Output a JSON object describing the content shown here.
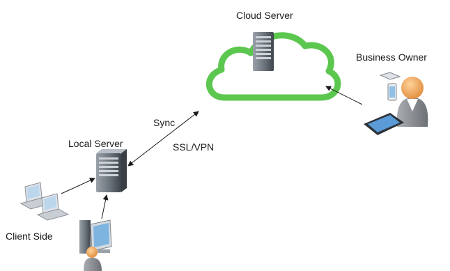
{
  "nodes": {
    "cloud_server": {
      "label": "Cloud Server"
    },
    "business_owner": {
      "label": "Business Owner"
    },
    "local_server": {
      "label": "Local Server"
    },
    "client_side": {
      "label": "Client Side"
    }
  },
  "edges": {
    "sync_link": {
      "label_top": "Sync",
      "label_bottom": "SSL/VPN"
    }
  },
  "colors": {
    "cloud_stroke": "#5cc74f",
    "server_body": "#5f6670",
    "arrow": "#1a1a1a",
    "person_skin": "#f0a95f",
    "person_suit": "#8a8e93"
  }
}
